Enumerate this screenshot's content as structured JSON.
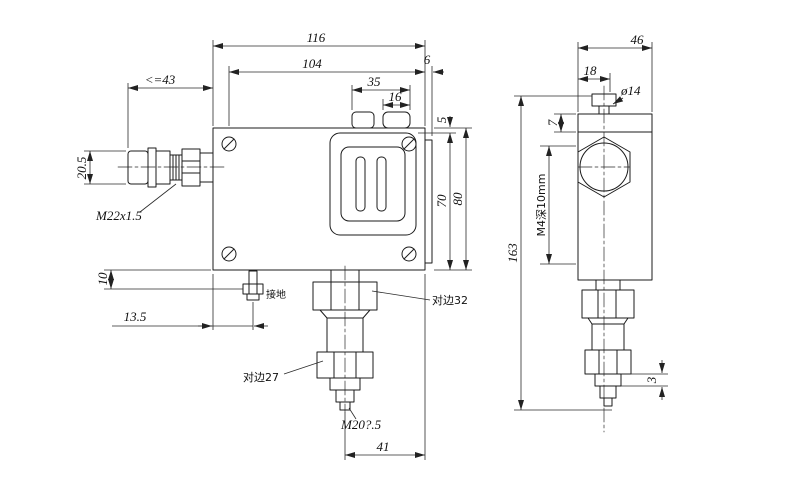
{
  "drawing": {
    "front": {
      "dim_width_total": "116",
      "dim_width_inner": "104",
      "dim_offset_right": "6",
      "dim_gland_span": "35",
      "dim_gland_width": "16",
      "dim_connector_length": "<=43",
      "dim_connector_dia": "20.5",
      "label_thread_gland": "M22x1.5",
      "dim_height_total": "80",
      "dim_height_window": "70",
      "dim_top_gap": "5",
      "dim_ground_offset_v": "10",
      "dim_ground_offset_h": "13.5",
      "label_ground": "接地",
      "label_flats_upper": "对边32",
      "label_flats_lower": "对边27",
      "label_thread_port": "M20?.5",
      "dim_port_offset": "41"
    },
    "side": {
      "dim_depth": "46",
      "dim_stud_offset": "18",
      "label_stud_dia": "ø14",
      "dim_plate_thickness": "7",
      "label_tapped_hole": "M4深10mm",
      "dim_height_total": "163",
      "dim_tip": "3"
    }
  }
}
